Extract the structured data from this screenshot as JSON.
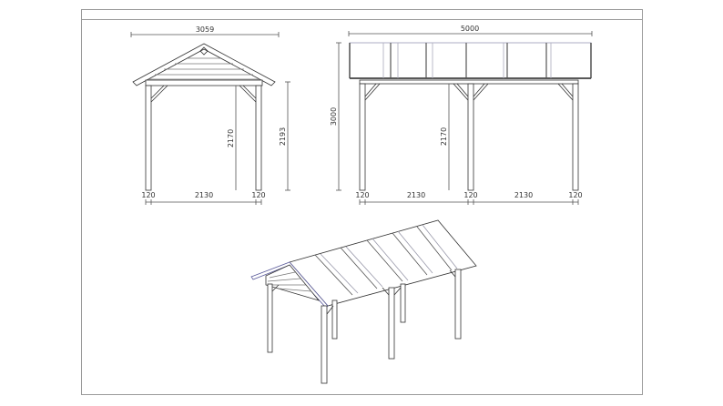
{
  "drawing": {
    "front_view": {
      "overall_width": "3059",
      "post_height": "2170",
      "eave_height": "2193",
      "bottom_dims": [
        "120",
        "2130",
        "120"
      ]
    },
    "side_view": {
      "overall_length": "5000",
      "overall_height": "3000",
      "post_height": "2170",
      "bottom_dims": [
        "120",
        "2130",
        "120",
        "2130",
        "120"
      ]
    },
    "isometric_view": {
      "roof_panels": 6,
      "label": ""
    },
    "colors": {
      "line": "#333333",
      "frame": "#9a9a9a",
      "panel_edge": "#5a5a9a"
    }
  }
}
